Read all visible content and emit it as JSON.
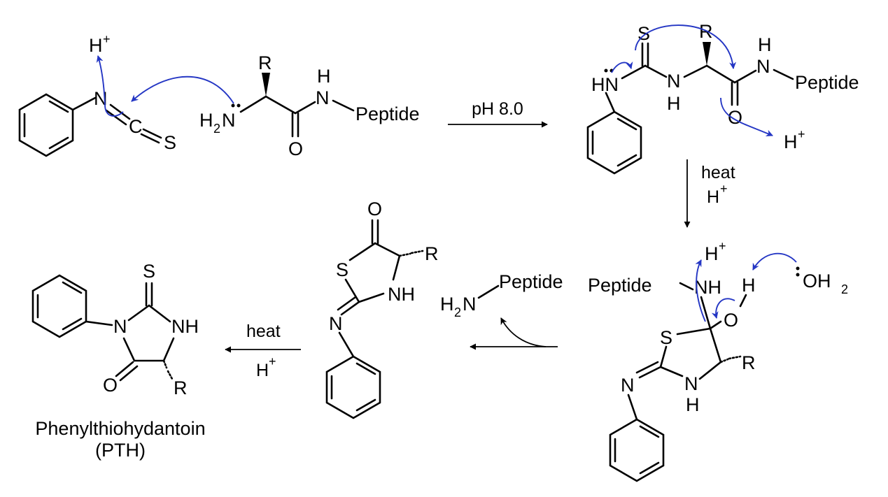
{
  "colors": {
    "ink": "#000000",
    "mechanism_arrow": "#2436c4",
    "background": "#ffffff"
  },
  "atoms": {
    "h": "H",
    "plus": "+",
    "n": "N",
    "c": "C",
    "s": "S",
    "o": "O",
    "r": "R",
    "h2n_h": "H",
    "h2n_sub": "2",
    "h2n_n": "N",
    "hn_bold": "HN",
    "nh": "NH",
    "oh2_o": "OH",
    "oh2_sub": "2",
    "peptide": "Peptide",
    "peptide_dash": "Peptide"
  },
  "conditions": {
    "step1": "pH 8.0",
    "step2_line1": "heat",
    "step2_line2": "H",
    "step4_line1": "heat",
    "step4_line2": "H"
  },
  "product": {
    "name": "Phenylthiohydantoin",
    "abbrev": "(PTH)"
  }
}
